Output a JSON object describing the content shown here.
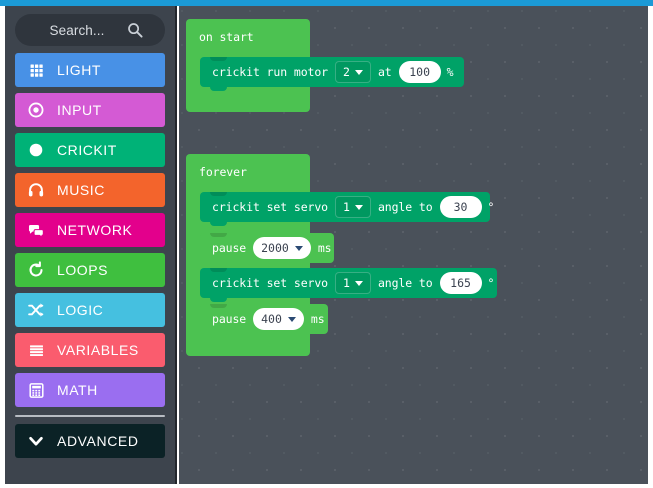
{
  "theme": {
    "accent_bar": "#1b9ad6",
    "toolbox_bg": "#3d444d",
    "canvas_bg": "#4a515a",
    "search_bg": "#2f353d"
  },
  "search": {
    "placeholder": "Search...",
    "icon": "search-icon"
  },
  "toolbox": {
    "categories": [
      {
        "label": "LIGHT",
        "color": "#4891e6",
        "icon": "grid-icon"
      },
      {
        "label": "INPUT",
        "color": "#d martial",
        "icon": "target-icon"
      },
      {
        "label": "CRICKIT",
        "color": "#00b277",
        "icon": "circle-icon"
      },
      {
        "label": "MUSIC",
        "color": "#f3642c",
        "icon": "headphones-icon"
      },
      {
        "label": "NETWORK",
        "color": "#e3008c",
        "icon": "chat-bubbles-icon"
      },
      {
        "label": "LOOPS",
        "color": "#3fbf3f",
        "icon": "refresh-icon"
      },
      {
        "label": "LOGIC",
        "color": "#45c0e0",
        "icon": "shuffle-icon"
      },
      {
        "label": "VARIABLES",
        "color": "#fa5c6e",
        "icon": "lines-icon"
      },
      {
        "label": "MATH",
        "color": "#9a6ef0",
        "icon": "calculator-icon"
      }
    ],
    "advanced": {
      "label": "ADVANCED",
      "color": "#0b2226",
      "icon": "chevron-down-icon"
    }
  },
  "workspace": {
    "on_start": {
      "title": "on start",
      "color": "#4cc251",
      "children": [
        {
          "id": "run-motor",
          "color": "#00a267",
          "parts": [
            {
              "type": "label",
              "text": "crickit run motor"
            },
            {
              "type": "dropdown",
              "value": "2"
            },
            {
              "type": "label",
              "text": "at"
            },
            {
              "type": "number",
              "value": "100"
            },
            {
              "type": "label",
              "text": "%"
            }
          ]
        }
      ]
    },
    "forever": {
      "title": "forever",
      "color": "#4cc251",
      "children": [
        {
          "id": "set-servo-1",
          "color": "#00a267",
          "parts": [
            {
              "type": "label",
              "text": "crickit set servo"
            },
            {
              "type": "dropdown",
              "value": "1"
            },
            {
              "type": "label",
              "text": "angle to"
            },
            {
              "type": "number",
              "value": "30"
            },
            {
              "type": "label",
              "text": "°"
            }
          ]
        },
        {
          "id": "pause-1",
          "color": "#4cc251",
          "parts": [
            {
              "type": "label",
              "text": "pause"
            },
            {
              "type": "number-dropdown",
              "value": "2000"
            },
            {
              "type": "label",
              "text": "ms"
            }
          ]
        },
        {
          "id": "set-servo-2",
          "color": "#00a267",
          "parts": [
            {
              "type": "label",
              "text": "crickit set servo"
            },
            {
              "type": "dropdown",
              "value": "1"
            },
            {
              "type": "label",
              "text": "angle to"
            },
            {
              "type": "number",
              "value": "165"
            },
            {
              "type": "label",
              "text": "°"
            }
          ]
        },
        {
          "id": "pause-2",
          "color": "#4cc251",
          "parts": [
            {
              "type": "label",
              "text": "pause"
            },
            {
              "type": "number-dropdown",
              "value": "400"
            },
            {
              "type": "label",
              "text": "ms"
            }
          ]
        }
      ]
    }
  }
}
